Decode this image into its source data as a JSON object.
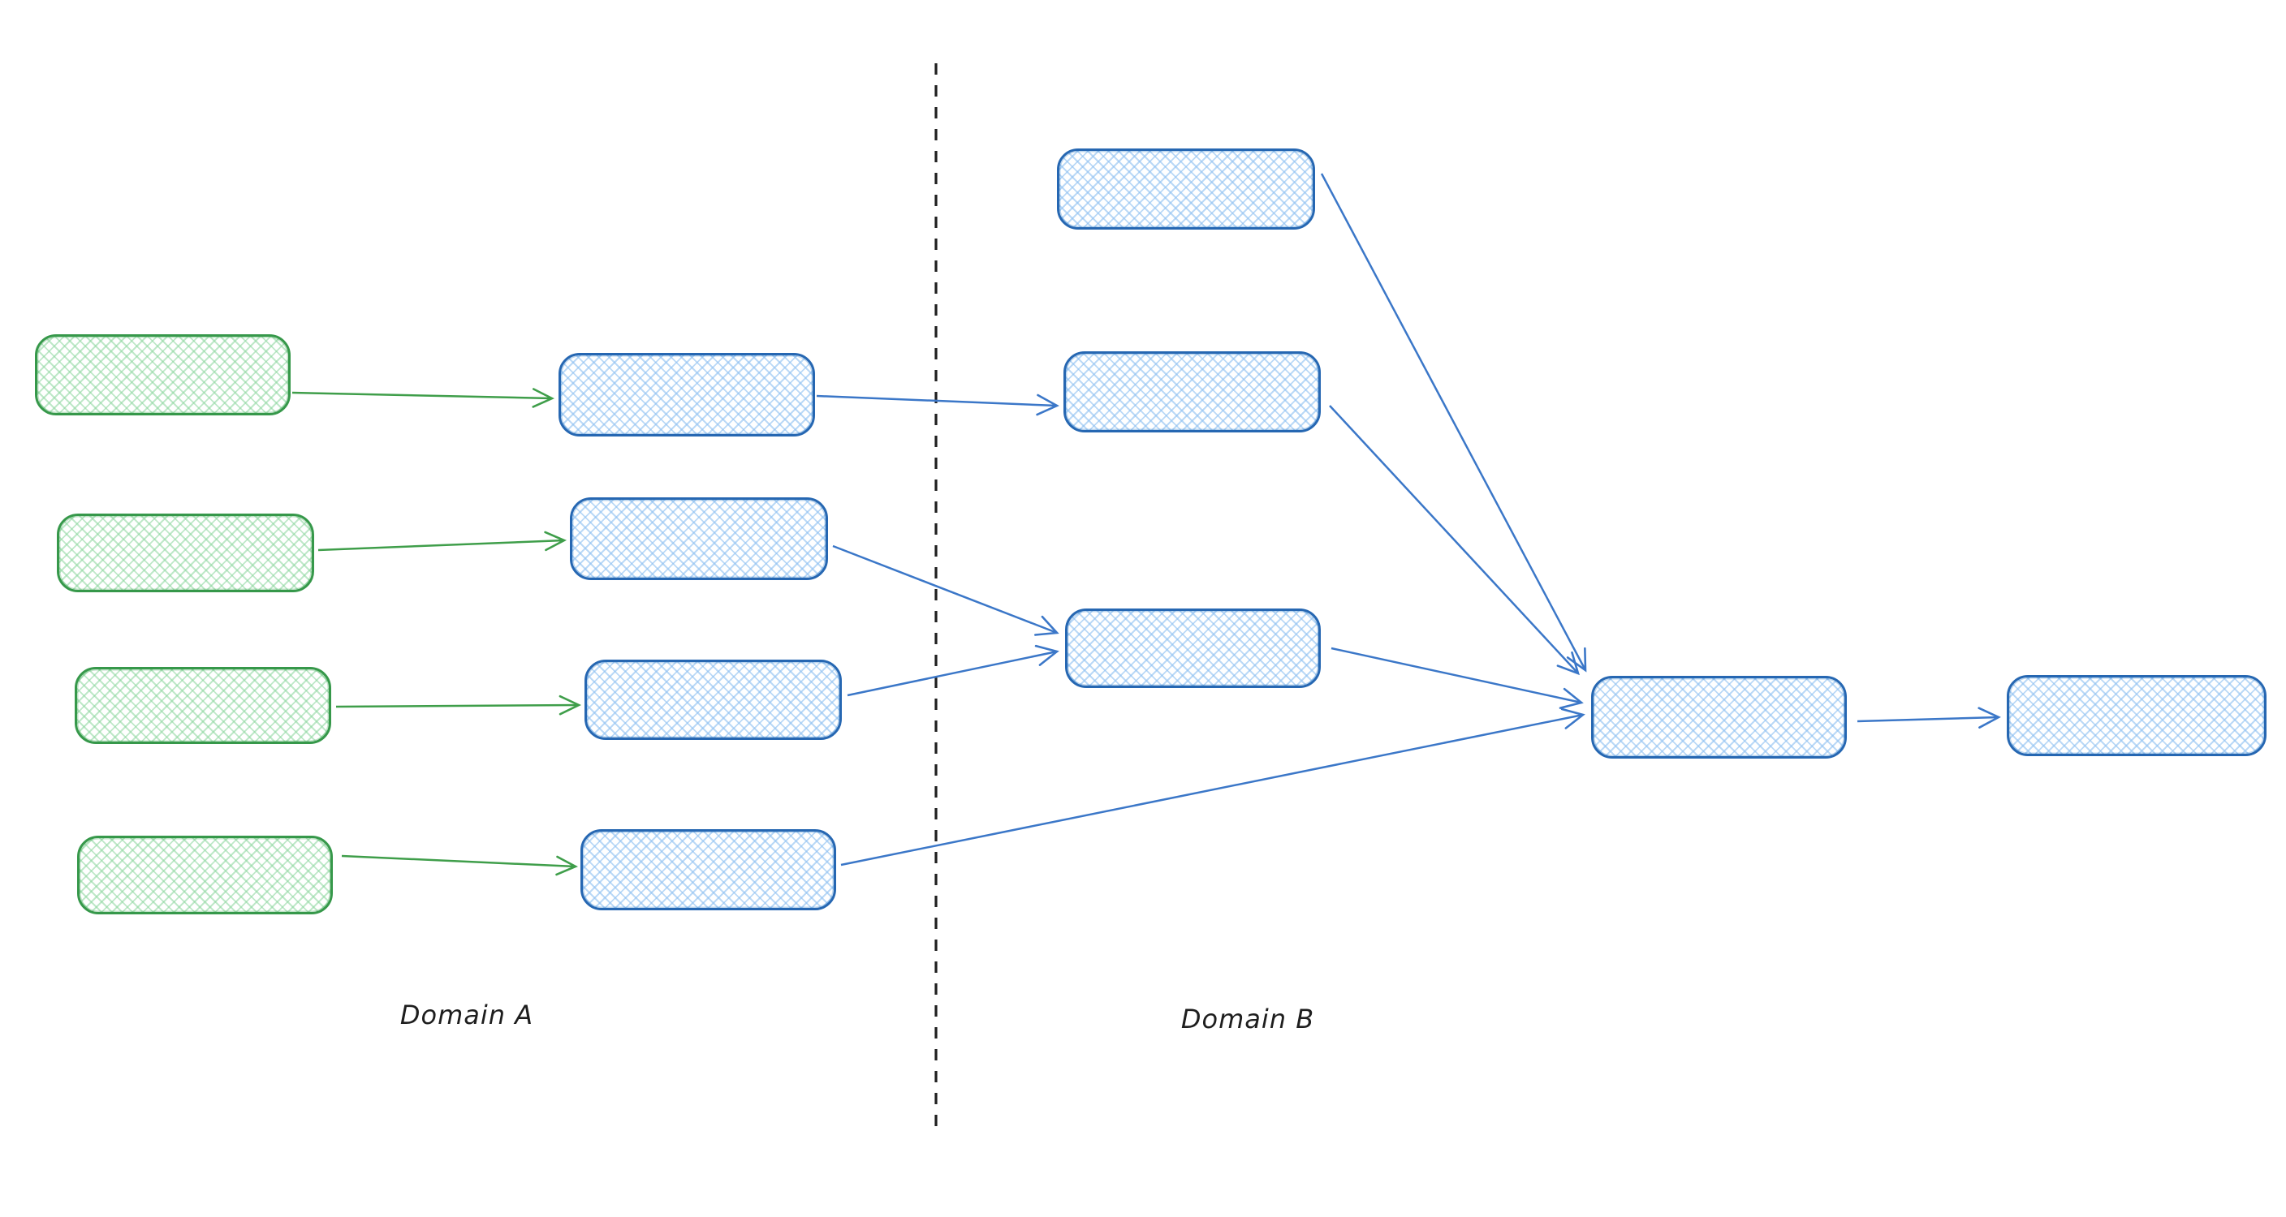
{
  "canvas": {
    "background": "#ffffff"
  },
  "labels": {
    "domain_a": "Domain A",
    "domain_b": "Domain B"
  },
  "colors": {
    "green_node_stroke": "#2f9e44",
    "green_node_fill": "#b2f2bb",
    "blue_node_stroke": "#1971c2",
    "blue_node_fill": "#a5d8ff",
    "green_arrow": "#3f9e4a",
    "blue_arrow": "#3b77c8",
    "divider": "#1e1e1e",
    "label_text": "#1e1e1e"
  },
  "structure": {
    "domain_a_green_boxes": 4,
    "domain_a_blue_boxes": 4,
    "domain_b_blue_boxes": 3,
    "domain_b_hub_boxes": 1,
    "output_boxes": 1,
    "divider_style": "dashed-vertical"
  }
}
